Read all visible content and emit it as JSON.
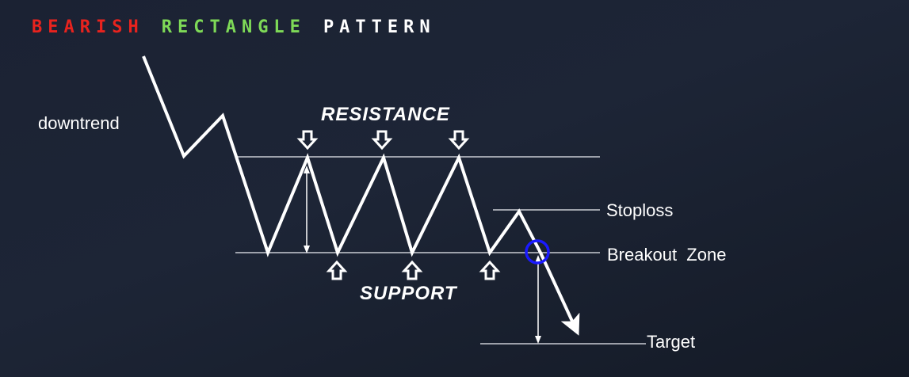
{
  "title": {
    "word1": "BEARISH",
    "word2": "RECTANGLE",
    "word3": "PATTERN"
  },
  "colors": {
    "word1": "#e8231e",
    "word2": "#7ed957",
    "word3": "#ffffff",
    "lines": "#ffffff",
    "guide_lines": "#c9ccd3",
    "breakout_circle": "#1a1aff"
  },
  "labels": {
    "downtrend": "downtrend",
    "resistance": "RESISTANCE",
    "support": "SUPPORT",
    "stoploss": "Stoploss",
    "breakout_zone": "Breakout  Zone",
    "target": "Target"
  },
  "icons": [
    "down-arrow-icon",
    "up-arrow-icon",
    "double-headed-arrow-icon",
    "breakout-circle-icon"
  ]
}
